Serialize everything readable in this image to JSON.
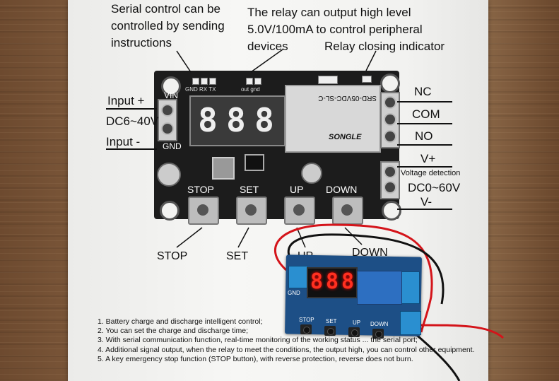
{
  "annotations": {
    "serial": [
      "Serial control can be",
      "controlled by sending",
      "instructions"
    ],
    "relay_output": [
      "The relay can output high level",
      "5.0V/100mA to control peripheral",
      "devices"
    ],
    "relay_indicator": "Relay closing indicator"
  },
  "left_labels": {
    "input_plus": "Input +",
    "dc_range": "DC6~40V",
    "input_minus": "Input -",
    "vin": "VIN",
    "gnd": "GND"
  },
  "right_labels": {
    "nc": "NC",
    "com": "COM",
    "no": "NO",
    "v_plus": "V+",
    "voltage_detection": "Voltage detection",
    "dc_detect_range": "DC0~60V",
    "v_minus": "V-"
  },
  "board_labels": {
    "stop": "STOP",
    "set": "SET",
    "up": "UP",
    "down": "DOWN",
    "serial_pins": "GND RX TX",
    "out_pins": "out gnd",
    "relay_model": "SRD-05VDC-SL-C",
    "relay_brand": "SONGLE",
    "display": [
      "8",
      "8",
      "8"
    ]
  },
  "button_captions": {
    "stop": "STOP",
    "set": "SET",
    "up": "UP",
    "down": "DOWN"
  },
  "real_board": {
    "display": [
      "8",
      "8",
      "8"
    ],
    "stop": "STOP",
    "set": "SET",
    "up": "UP",
    "down": "DOWN",
    "gnd": "GND"
  },
  "features": [
    "1. Battery charge and discharge intelligent control;",
    "2. You can set the charge and discharge time;",
    "3. With serial communication function, real-time monitoring of the working status ... the serial port;",
    "4. Additional signal output, when the relay to meet the conditions, the output high, you can control other equipment.",
    "5. A key emergency stop function (STOP button), with reverse protection, reverse does not burn."
  ],
  "colors": {
    "paper": "#f4f4f2",
    "wood": "#7a5638",
    "pcb_blue": "#1d4f86",
    "led_red": "#ff3020",
    "wire_red": "#d4141a",
    "wire_black": "#111111"
  }
}
